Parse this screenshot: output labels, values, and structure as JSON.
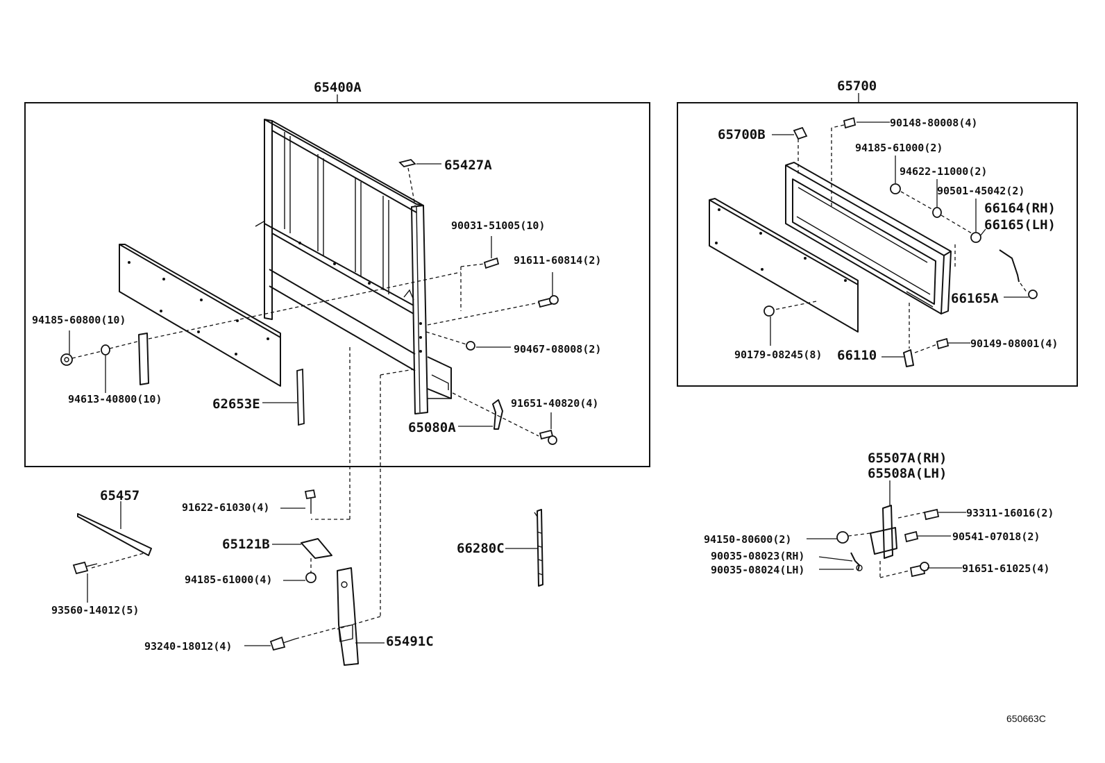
{
  "groups": {
    "rack": "65400A",
    "tailgate": "65700"
  },
  "labels": {
    "p65427A": "65427A",
    "p90031": "90031-51005(10)",
    "p91611": "91611-60814(2)",
    "p94185a": "94185-60800(10)",
    "p90467": "90467-08008(2)",
    "p94613": "94613-40800(10)",
    "p62653E": "62653E",
    "p91651a": "91651-40820(4)",
    "p65080A": "65080A",
    "p65457": "65457",
    "p91622": "91622-61030(4)",
    "p65121B": "65121B",
    "p94185b": "94185-61000(4)",
    "p93560": "93560-14012(5)",
    "p93240": "93240-18012(4)",
    "p65491C": "65491C",
    "p66280C": "66280C",
    "p65700B": "65700B",
    "p90148": "90148-80008(4)",
    "p94185c": "94185-61000(2)",
    "p94622": "94622-11000(2)",
    "p90501": "90501-45042(2)",
    "p66164": "66164(RH)",
    "p66165": "66165(LH)",
    "p66165A": "66165A",
    "p90179": "90179-08245(8)",
    "p66110": "66110",
    "p90149": "90149-08001(4)",
    "p65507A": "65507A(RH)",
    "p65508A": "65508A(LH)",
    "p93311": "93311-16016(2)",
    "p94150": "94150-80600(2)",
    "p90541": "90541-07018(2)",
    "p90035rh": "90035-08023(RH)",
    "p90035lh": "90035-08024(LH)",
    "p91651b": "91651-61025(4)"
  },
  "reference": "650663C"
}
